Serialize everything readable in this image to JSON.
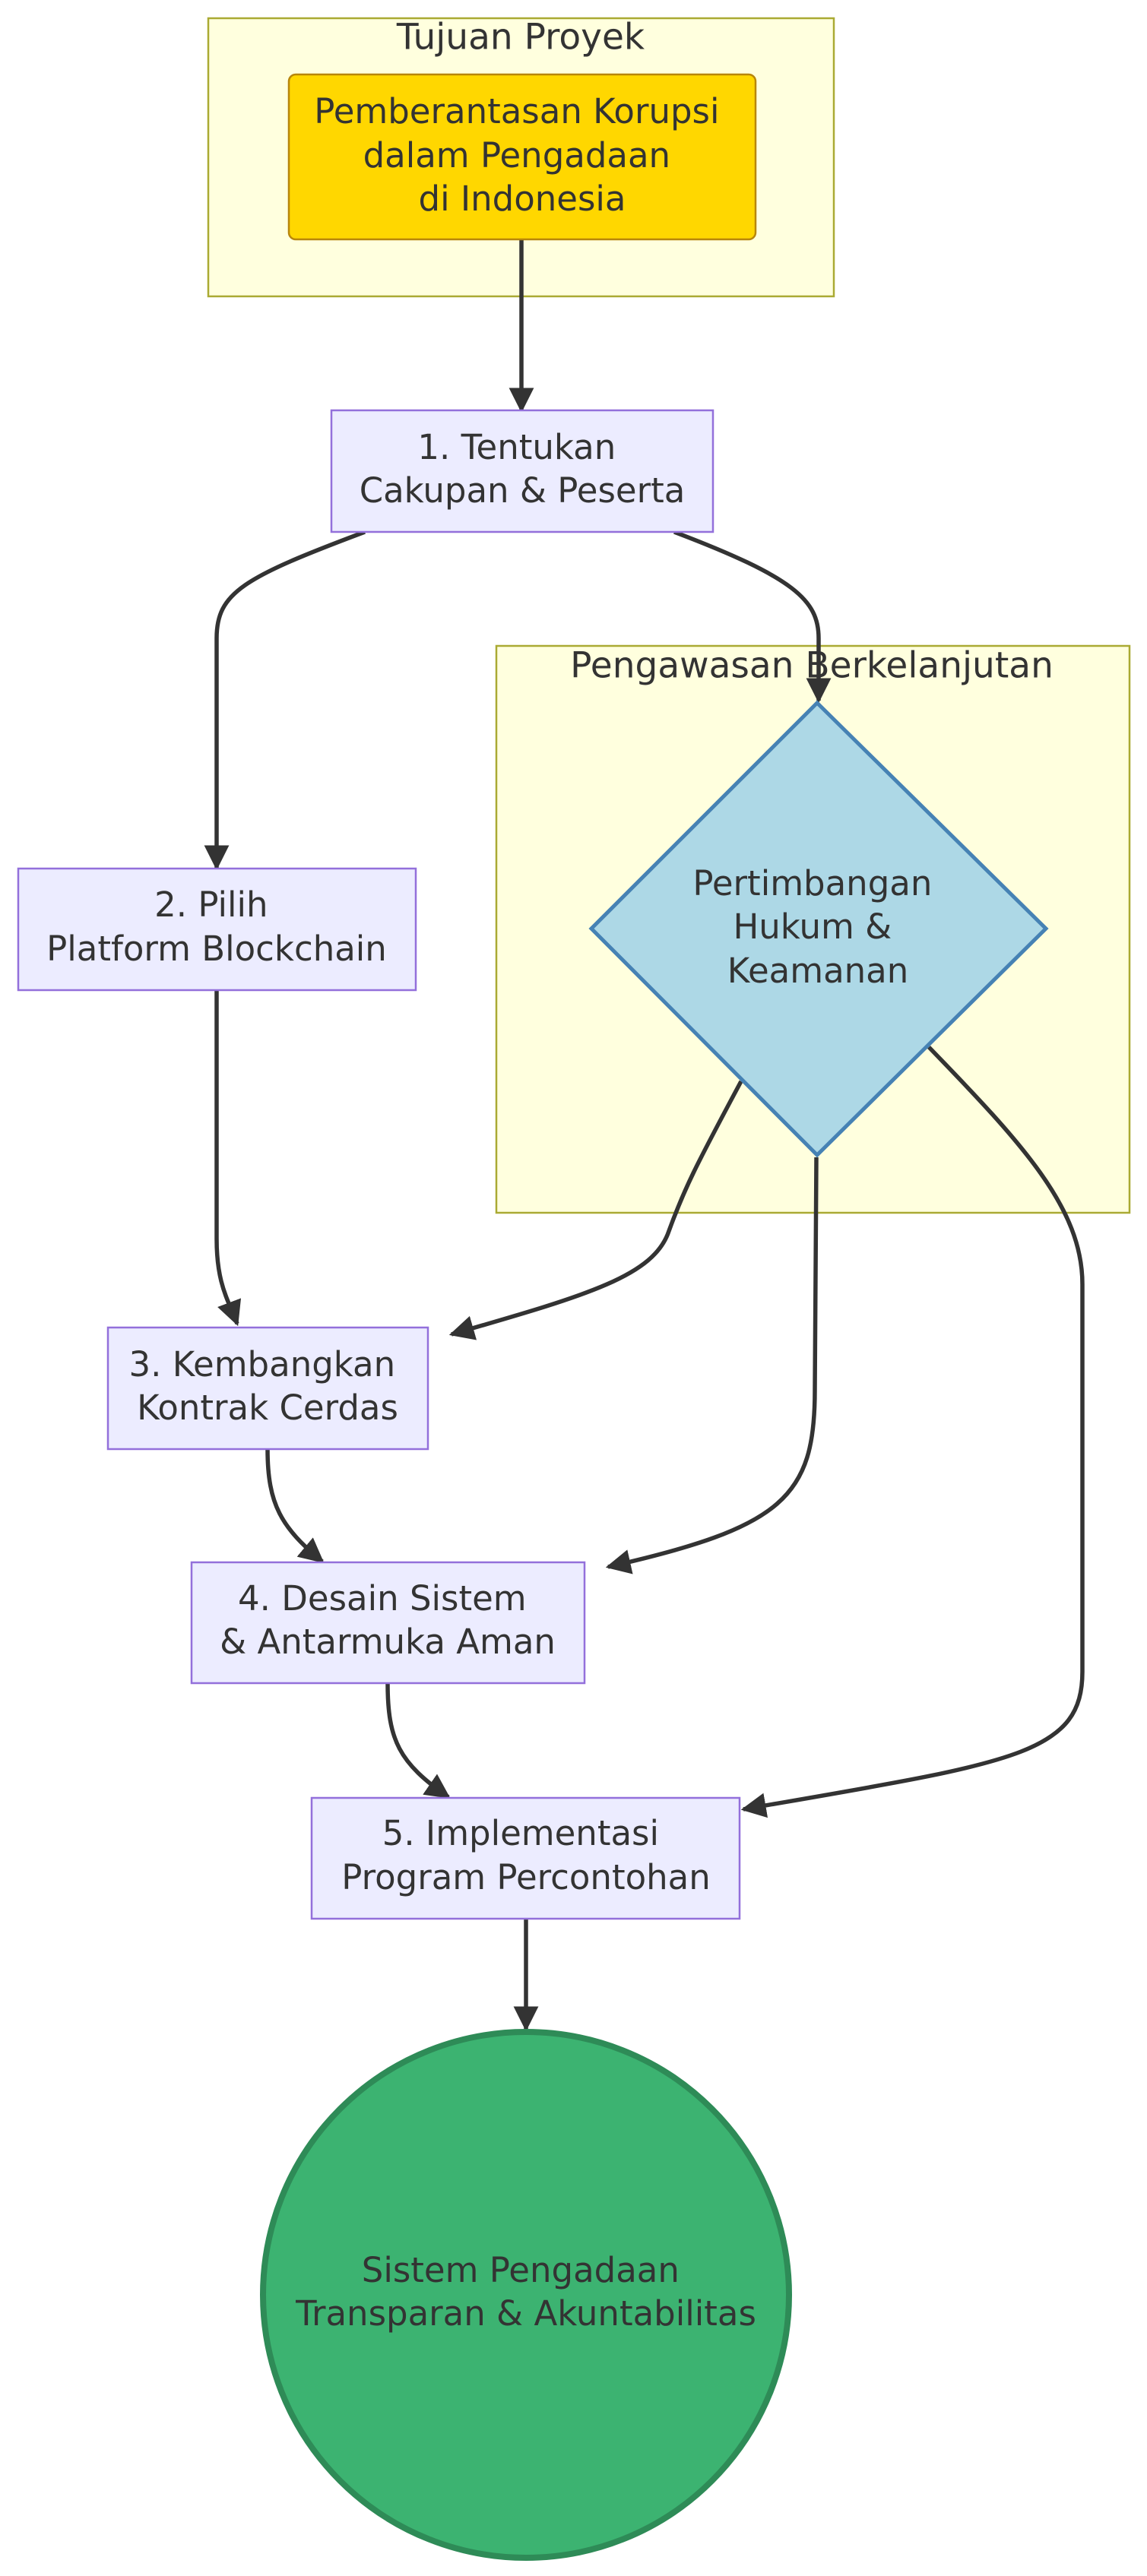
{
  "clusters": {
    "goal": {
      "title": "Tujuan Proyek"
    },
    "oversight": {
      "title": "Pengawasan Berkelanjutan"
    }
  },
  "nodes": {
    "goal": {
      "lines": [
        "Pemberantasan Korupsi",
        "dalam Pengadaan",
        "di Indonesia"
      ]
    },
    "step1": {
      "lines": [
        "1. Tentukan",
        "Cakupan & Peserta"
      ]
    },
    "step2": {
      "lines": [
        "2. Pilih",
        "Platform Blockchain"
      ]
    },
    "legal": {
      "lines": [
        "Pertimbangan",
        "Hukum &",
        "Keamanan"
      ]
    },
    "step3": {
      "lines": [
        "3. Kembangkan",
        "Kontrak Cerdas"
      ]
    },
    "step4": {
      "lines": [
        "4. Desain Sistem",
        "& Antarmuka Aman"
      ]
    },
    "step5": {
      "lines": [
        "5. Implementasi",
        "Program Percontohan"
      ]
    },
    "final": {
      "lines": [
        "Sistem Pengadaan",
        "Transparan & Akuntabilitas"
      ]
    }
  },
  "edges": [
    {
      "from": "goal",
      "to": "step1"
    },
    {
      "from": "step1",
      "to": "step2"
    },
    {
      "from": "step1",
      "to": "legal"
    },
    {
      "from": "step2",
      "to": "step3"
    },
    {
      "from": "legal",
      "to": "step3"
    },
    {
      "from": "legal",
      "to": "step4"
    },
    {
      "from": "legal",
      "to": "step5"
    },
    {
      "from": "step3",
      "to": "step4"
    },
    {
      "from": "step4",
      "to": "step5"
    },
    {
      "from": "step5",
      "to": "final"
    }
  ],
  "colors": {
    "cluster_fill": "#ffffde",
    "node_fill": "#ececff",
    "goal_fill": "#ffd700",
    "diamond_fill": "#add8e6",
    "final_fill": "#3cb371"
  }
}
